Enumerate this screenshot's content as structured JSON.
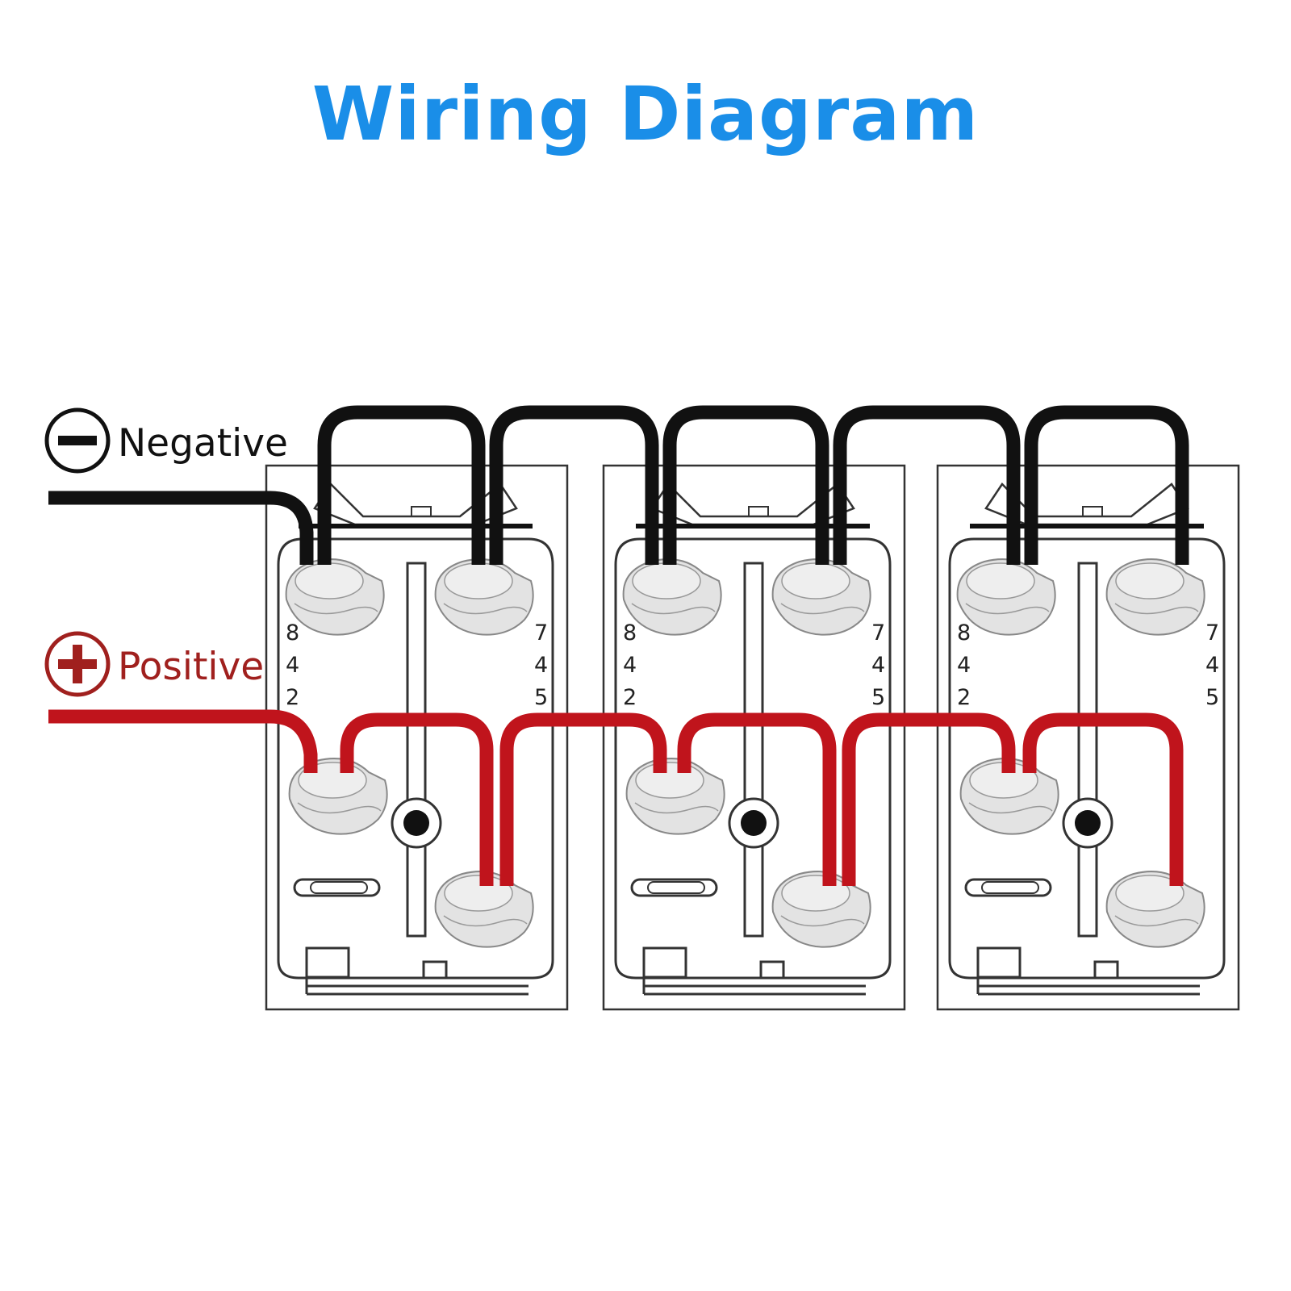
{
  "title": "Wiring Diagram",
  "colors": {
    "title": "#1a8ee8",
    "negative_wire": "#111111",
    "positive_wire": "#c0141c",
    "positive_label": "#a0201e",
    "outline": "#333333",
    "terminal_fill": "#e3e3e3"
  },
  "legend": {
    "negative": {
      "label": "Negative",
      "icon": "minus-circle-icon"
    },
    "positive": {
      "label": "Positive",
      "icon": "plus-circle-icon"
    }
  },
  "switches": [
    {
      "left_pins": [
        "8",
        "4",
        "2"
      ],
      "right_pins": [
        "7",
        "4",
        "5"
      ]
    },
    {
      "left_pins": [
        "8",
        "4",
        "2"
      ],
      "right_pins": [
        "7",
        "4",
        "5"
      ]
    },
    {
      "left_pins": [
        "8",
        "4",
        "2"
      ],
      "right_pins": [
        "7",
        "4",
        "5"
      ]
    }
  ]
}
